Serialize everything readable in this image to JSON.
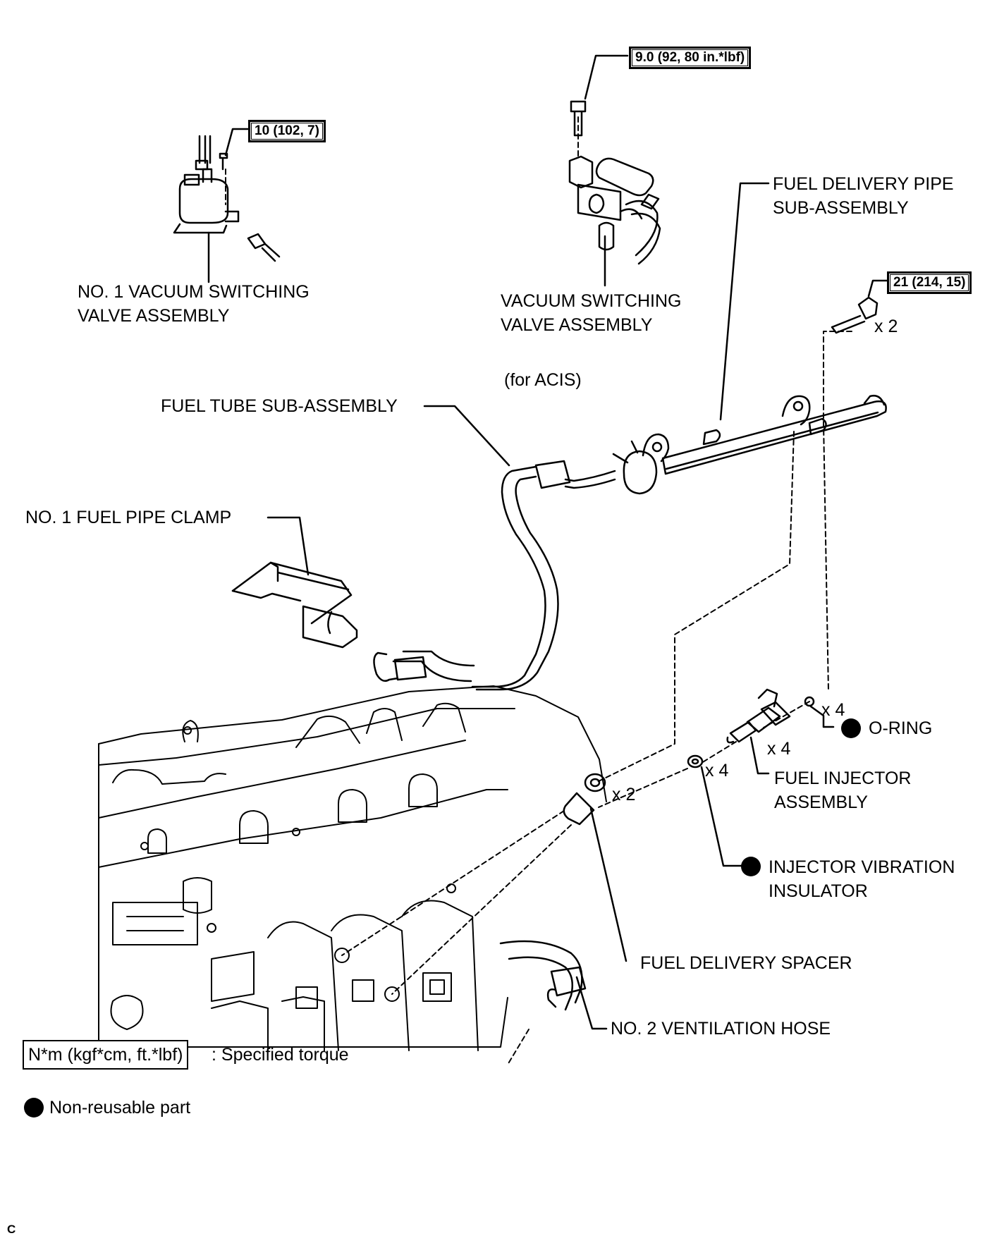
{
  "torques": {
    "vsv_bolt": "9.0 (92, 80 in.*lbf)",
    "no1_vsv_bolt": "10 (102, 7)",
    "delivery_pipe_bolt": "21 (214, 15)"
  },
  "labels": {
    "no1_vsv": [
      "NO. 1 VACUUM SWITCHING",
      "VALVE ASSEMBLY"
    ],
    "vsv": [
      "VACUUM SWITCHING",
      "VALVE ASSEMBLY"
    ],
    "for_acis": "(for ACIS)",
    "fuel_delivery_pipe": [
      "FUEL DELIVERY PIPE",
      "SUB-ASSEMBLY"
    ],
    "fuel_tube": "FUEL TUBE SUB-ASSEMBLY",
    "fuel_pipe_clamp": "NO. 1 FUEL PIPE CLAMP",
    "o_ring": "O-RING",
    "fuel_injector": [
      "FUEL INJECTOR",
      "ASSEMBLY"
    ],
    "vibration_insulator": [
      "INJECTOR VIBRATION",
      "INSULATOR"
    ],
    "delivery_spacer": "FUEL DELIVERY SPACER",
    "ventilation_hose": "NO. 2 VENTILATION HOSE"
  },
  "quantities": {
    "bolt_x2": "x 2",
    "o_ring_x4": "x 4",
    "injector_x4": "x 4",
    "insulator_x4": "x 4",
    "spacer_x2": "x 2"
  },
  "legend": {
    "torque_box": "N*m (kgf*cm, ft.*lbf)",
    "torque_text": ": Specified torque",
    "non_reusable": "Non-reusable part"
  },
  "corner_mark": "C"
}
